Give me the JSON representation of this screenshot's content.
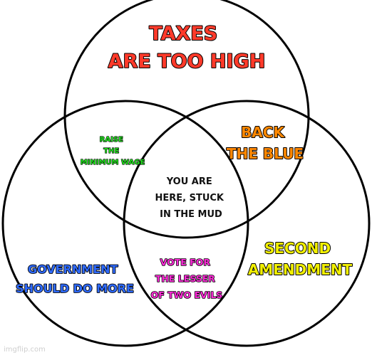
{
  "colors": {
    "background": "#ffffff",
    "circle_stroke": "#000000",
    "red": "#ff3a2a",
    "orange": "#ff8800",
    "green": "#22e01f",
    "yellow": "#f2f000",
    "blue": "#2f6bff",
    "magenta": "#ff2bd9",
    "center_text": "#111111",
    "watermark": "#cfcfcf"
  },
  "circles": {
    "top": "circle-top",
    "left": "circle-left",
    "right": "circle-right"
  },
  "labels": {
    "taxes": [
      "TAXES",
      "ARE TOO HIGH"
    ],
    "back_the_blue": [
      "BACK",
      "THE BLUE"
    ],
    "minimum_wage": [
      "RAISE",
      "THE",
      "MINIMUM WAGE"
    ],
    "center": [
      "YOU ARE",
      "HERE, STUCK",
      "IN THE MUD"
    ],
    "second_amendment": [
      "SECOND",
      "AMENDMENT"
    ],
    "government": [
      "GOVERNMENT",
      "SHOULD DO MORE"
    ],
    "lesser_evils": [
      "VOTE FOR",
      "THE LESSER",
      "OF TWO EVILS"
    ]
  },
  "watermark": "imgflip.com"
}
